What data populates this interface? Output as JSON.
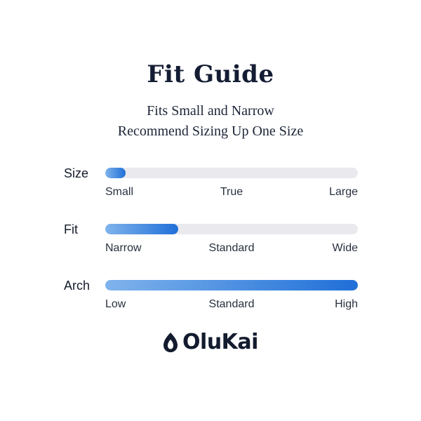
{
  "header": {
    "title": "Fit Guide",
    "subtitle_line1": "Fits Small and Narrow",
    "subtitle_line2": "Recommend Sizing Up One Size"
  },
  "rows": [
    {
      "label": "Size",
      "level": 0.08,
      "ticks": {
        "left": "Small",
        "mid": "True",
        "right": "Large"
      }
    },
    {
      "label": "Fit",
      "level": 0.29,
      "ticks": {
        "left": "Narrow",
        "mid": "Standard",
        "right": "Wide"
      }
    },
    {
      "label": "Arch",
      "level": 1.0,
      "ticks": {
        "left": "Low",
        "mid": "Standard",
        "right": "High"
      }
    }
  ],
  "brand": {
    "name": "OluKai",
    "icon": "olukai-logo-icon"
  },
  "colors": {
    "track": "#e9e9ee",
    "fill_start": "#7fb3ec",
    "fill_end": "#1f6fd8",
    "text": "#141d33"
  }
}
